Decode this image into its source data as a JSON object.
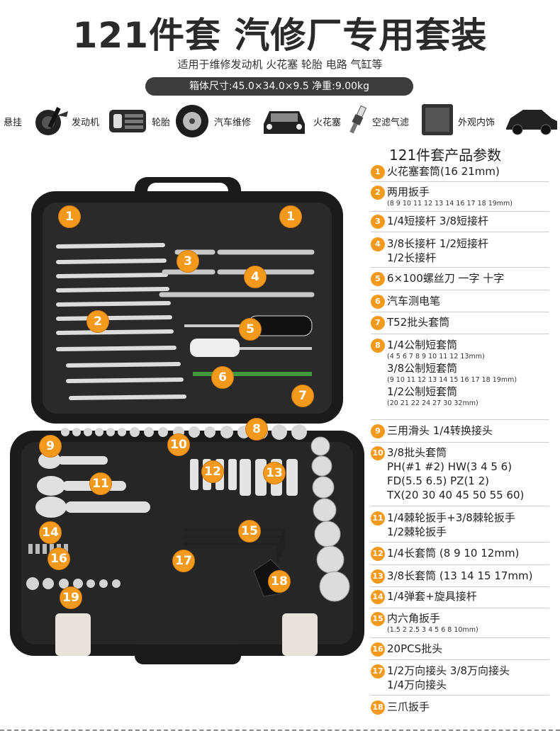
{
  "header": {
    "title": "121件套 汽修厂专用套装",
    "subtitle": "适用于维修发动机 火花塞 轮胎 电路 气缸等",
    "spec": "箱体尺寸:45.0×34.0×9.5   净重:9.00kg"
  },
  "uses": [
    {
      "label": "悬挂",
      "icon": "suspension-icon"
    },
    {
      "label": "发动机",
      "icon": "engine-icon"
    },
    {
      "label": "轮胎",
      "icon": "tire-icon"
    },
    {
      "label": "汽车维修",
      "icon": "car-front-icon"
    },
    {
      "label": "火花塞",
      "icon": "spark-plug-icon"
    },
    {
      "label": "空滤气滤",
      "icon": "air-filter-icon"
    },
    {
      "label": "外观内饰",
      "icon": "car-side-icon"
    }
  ],
  "params_title": "121件套产品参数",
  "params": [
    {
      "num": "1",
      "lines": [
        "火花塞套筒(16 21mm)"
      ]
    },
    {
      "num": "2",
      "lines": [
        "两用扳手"
      ],
      "small": [
        "(8 9 10 11 12 13 14 16 17 18 19mm)"
      ]
    },
    {
      "num": "3",
      "lines": [
        "1/4短接杆 3/8短接杆"
      ]
    },
    {
      "num": "4",
      "lines": [
        "3/8长接杆 1/2短接杆",
        "1/2长接杆"
      ]
    },
    {
      "num": "5",
      "lines": [
        "6×100螺丝刀 一字 十字"
      ]
    },
    {
      "num": "6",
      "lines": [
        "汽车测电笔"
      ]
    },
    {
      "num": "7",
      "lines": [
        "T52批头套筒"
      ]
    },
    {
      "num": "8",
      "lines": [
        "1/4公制短套筒"
      ],
      "small": [
        "(4 5 6 7 8 9 10 11 12 13mm)"
      ],
      "lines2": [
        "3/8公制短套筒"
      ],
      "small2": [
        "(9 10 11 12 13 14 15 16 17 18 19mm)"
      ],
      "lines3": [
        "1/2公制短套筒"
      ],
      "small3": [
        "(20 21 22 24 27 30 32mm)"
      ]
    },
    {
      "num": "9",
      "lines": [
        "三用滑头  1/4转换接头"
      ]
    },
    {
      "num": "10",
      "lines": [
        "3/8批头套筒",
        "PH(#1 #2) HW(3 4 5 6)",
        "FD(5.5 6.5) PZ(1 2)",
        "TX(20 30 40 45 50 55 60)"
      ]
    },
    {
      "num": "11",
      "lines": [
        "1/4棘轮扳手+3/8棘轮扳手",
        "1/2棘轮扳手"
      ]
    },
    {
      "num": "12",
      "lines": [
        "1/4长套筒 (8 9 10 12mm)"
      ]
    },
    {
      "num": "13",
      "lines": [
        "3/8长套筒 (13 14 15 17mm)"
      ]
    },
    {
      "num": "14",
      "lines": [
        "1/4弹套+旋具接杆"
      ]
    },
    {
      "num": "15",
      "lines": [
        "内六角扳手"
      ],
      "small": [
        "(1.5 2 2.5 3 4 5 6 8 10mm)"
      ]
    },
    {
      "num": "16",
      "lines": [
        "20PCS批头"
      ]
    },
    {
      "num": "17",
      "lines": [
        "1/2万向接头 3/8万向接头",
        "1/4万向接头"
      ]
    },
    {
      "num": "18",
      "lines": [
        "三爪扳手"
      ]
    }
  ],
  "callouts": [
    "1",
    "1",
    "2",
    "3",
    "4",
    "5",
    "6",
    "7",
    "8",
    "9",
    "10",
    "11",
    "12",
    "13",
    "14",
    "15",
    "16",
    "17",
    "18",
    "19"
  ],
  "colors": {
    "accent": "#f39a1d",
    "case": "#1b1b1b",
    "bar": "#3c3c3c"
  }
}
